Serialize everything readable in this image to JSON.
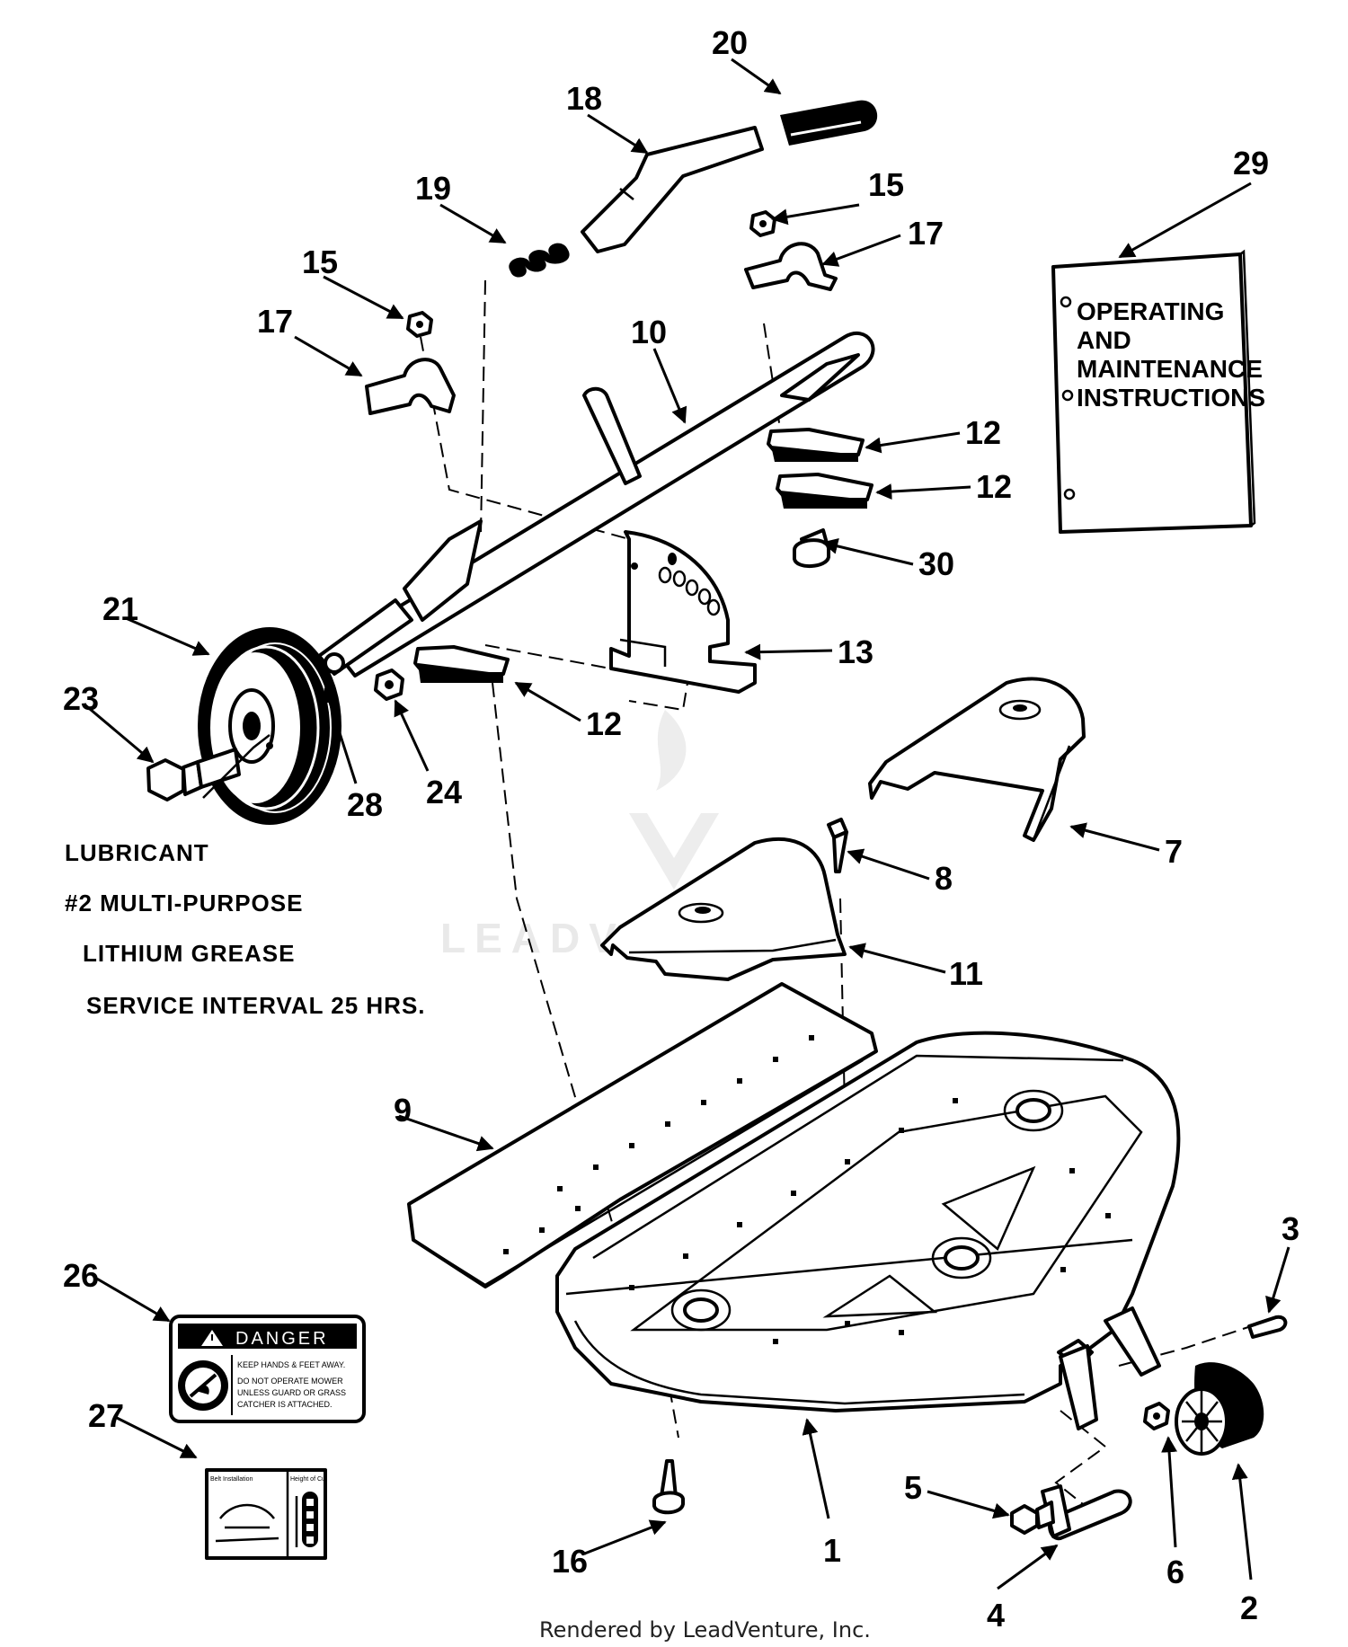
{
  "callouts": [
    {
      "id": "1",
      "label": "1"
    },
    {
      "id": "2",
      "label": "2"
    },
    {
      "id": "3",
      "label": "3"
    },
    {
      "id": "4",
      "label": "4"
    },
    {
      "id": "5",
      "label": "5"
    },
    {
      "id": "6",
      "label": "6"
    },
    {
      "id": "7",
      "label": "7"
    },
    {
      "id": "8",
      "label": "8"
    },
    {
      "id": "9",
      "label": "9"
    },
    {
      "id": "10",
      "label": "10"
    },
    {
      "id": "11",
      "label": "11"
    },
    {
      "id": "12a",
      "label": "12"
    },
    {
      "id": "12b",
      "label": "12"
    },
    {
      "id": "12c",
      "label": "12"
    },
    {
      "id": "13",
      "label": "13"
    },
    {
      "id": "15a",
      "label": "15"
    },
    {
      "id": "15b",
      "label": "15"
    },
    {
      "id": "16",
      "label": "16"
    },
    {
      "id": "17a",
      "label": "17"
    },
    {
      "id": "17b",
      "label": "17"
    },
    {
      "id": "18",
      "label": "18"
    },
    {
      "id": "19",
      "label": "19"
    },
    {
      "id": "20",
      "label": "20"
    },
    {
      "id": "21",
      "label": "21"
    },
    {
      "id": "23",
      "label": "23"
    },
    {
      "id": "24",
      "label": "24"
    },
    {
      "id": "26",
      "label": "26"
    },
    {
      "id": "27",
      "label": "27"
    },
    {
      "id": "28",
      "label": "28"
    },
    {
      "id": "29",
      "label": "29"
    },
    {
      "id": "30",
      "label": "30"
    }
  ],
  "manual": {
    "line1": "OPERATING",
    "line2": "AND",
    "line3": "MAINTENANCE",
    "line4": "INSTRUCTIONS"
  },
  "lubricant_note": {
    "line1": "LUBRICANT",
    "line2": "#2 MULTI-PURPOSE",
    "line3": "LITHIUM GREASE",
    "line4": "SERVICE INTERVAL 25 HRS."
  },
  "danger_decal": {
    "header": "DANGER",
    "line1": "KEEP HANDS & FEET AWAY.",
    "line2": "DO NOT OPERATE MOWER",
    "line3": "UNLESS GUARD OR GRASS",
    "line4": "CATCHER IS ATTACHED."
  },
  "belt_decal": {
    "left_title": "Belt Installation",
    "right_title": "Height of Cut"
  },
  "watermark": "LEADVENTURE",
  "footer": "Rendered by LeadVenture, Inc."
}
